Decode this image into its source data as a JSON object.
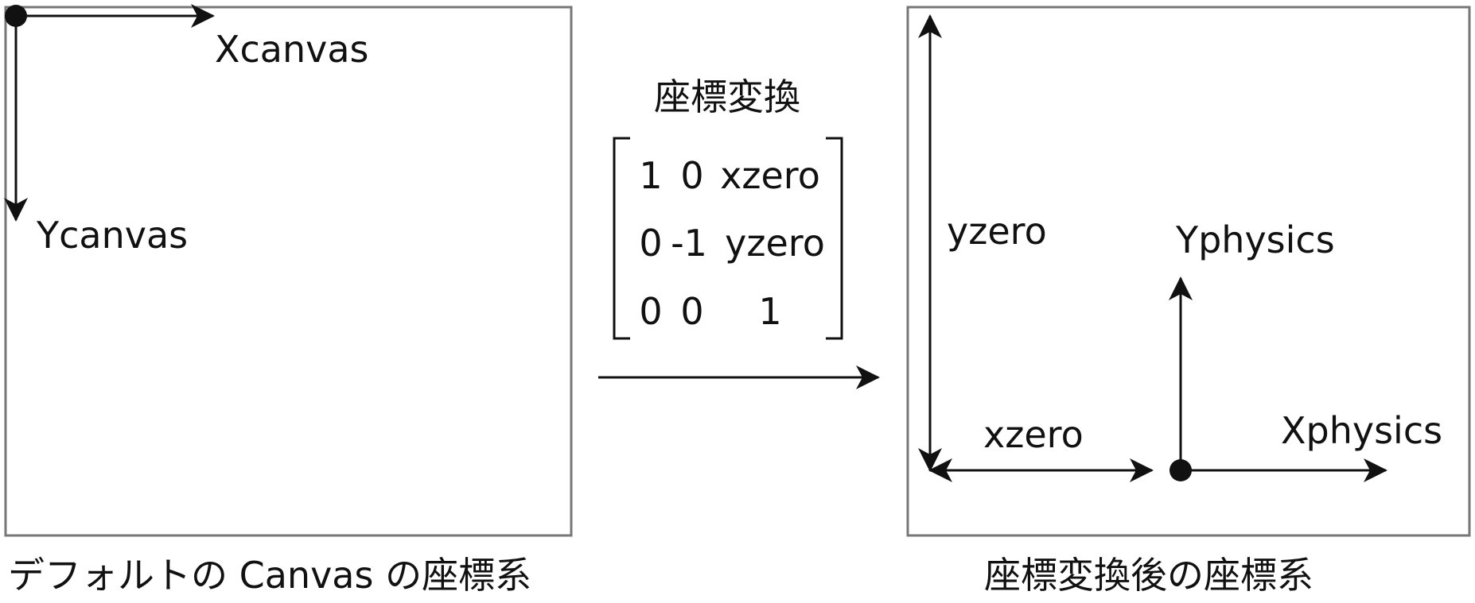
{
  "left_panel": {
    "caption": "デフォルトの Canvas の座標系",
    "x_axis_label": "Xcanvas",
    "y_axis_label": "Ycanvas"
  },
  "transform": {
    "title": "座標変換",
    "matrix": [
      [
        "1",
        "0",
        "xzero"
      ],
      [
        "0",
        "-1",
        "yzero"
      ],
      [
        "0",
        "0",
        "1"
      ]
    ]
  },
  "right_panel": {
    "caption": "座標変換後の座標系",
    "yzero_label": "yzero",
    "xzero_label": "xzero",
    "x_axis_label": "Xphysics",
    "y_axis_label": "Yphysics"
  },
  "colors": {
    "frame": "#777777",
    "ink": "#111111"
  }
}
